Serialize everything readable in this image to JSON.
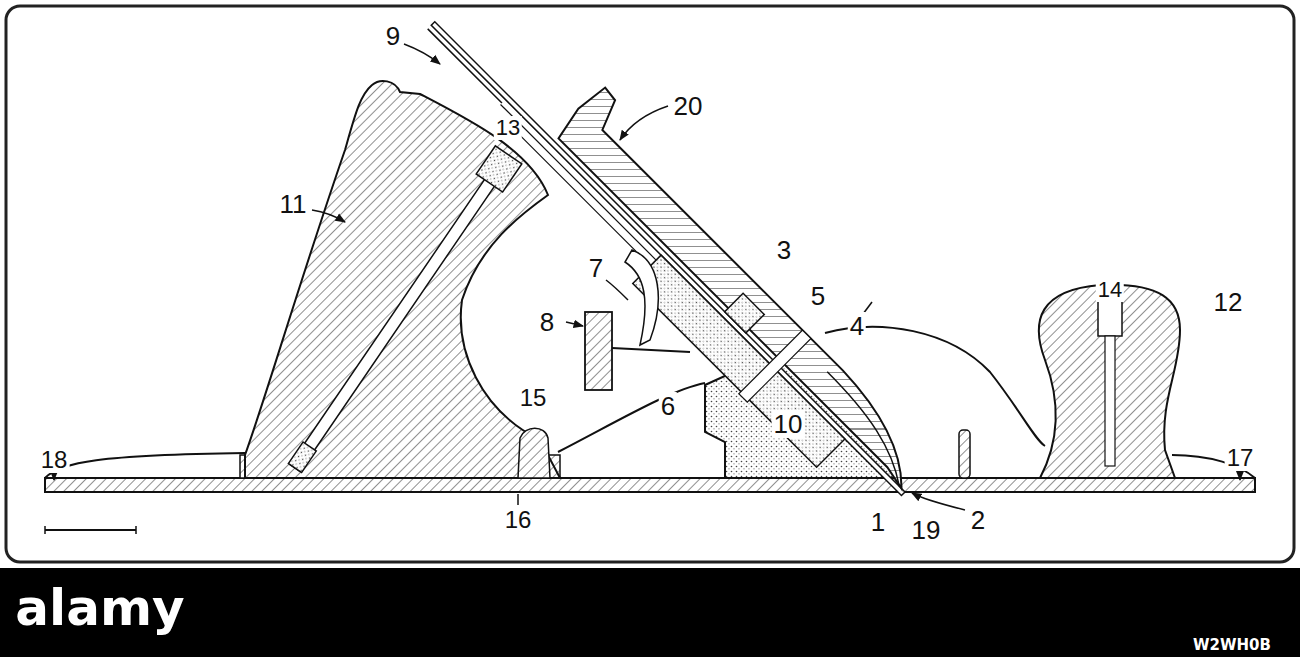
{
  "diagram": {
    "labels": [
      "9",
      "20",
      "13",
      "11",
      "7",
      "3",
      "5",
      "12",
      "14",
      "4",
      "8",
      "6",
      "15",
      "10",
      "18",
      "17",
      "16",
      "1",
      "19",
      "2",
      "alamy",
      "W2WH0B"
    ]
  }
}
